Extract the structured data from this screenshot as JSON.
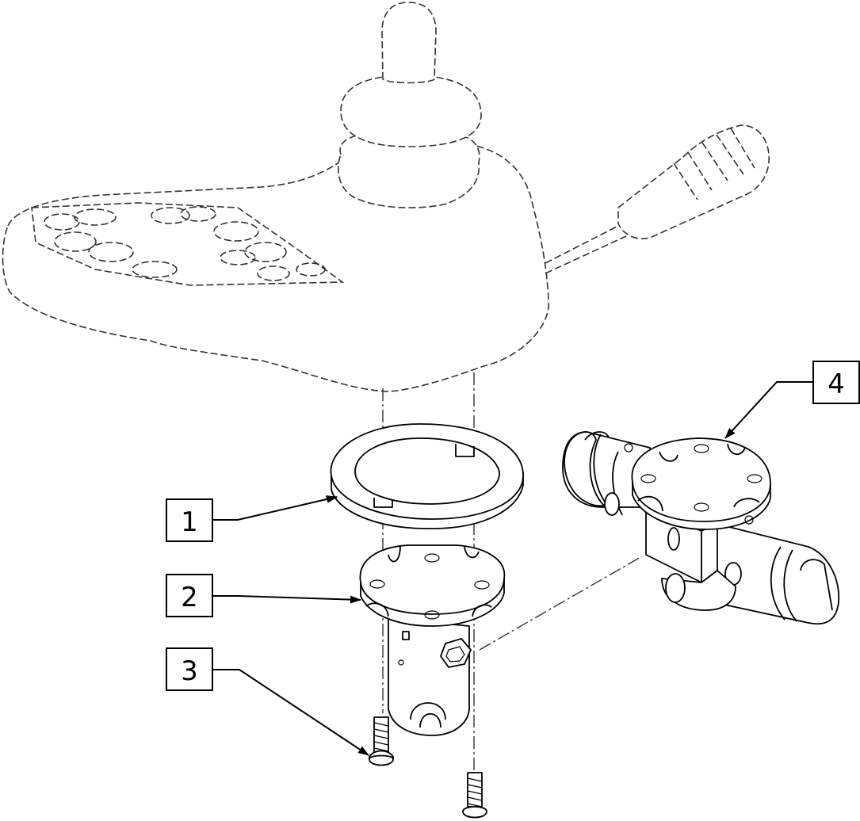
{
  "callouts": [
    {
      "id": "1"
    },
    {
      "id": "2"
    },
    {
      "id": "3"
    },
    {
      "id": "4"
    }
  ],
  "parts": {
    "joystick": "joystick-controller",
    "ring": "mounting-ring",
    "puck": "mounting-puck",
    "screws": "mounting-screws",
    "clamp": "mounting-clamp"
  },
  "colors": {
    "line": "#000000",
    "background": "#ffffff",
    "phantom": "#333333"
  }
}
